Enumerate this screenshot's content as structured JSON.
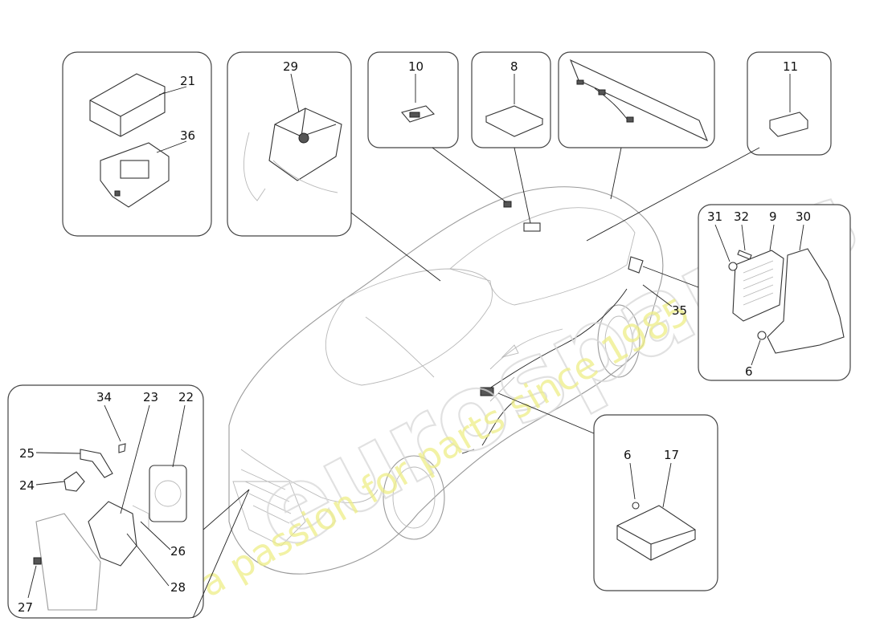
{
  "watermark": {
    "logo": "eurospares",
    "slogan": "a passion for parts since 1985"
  },
  "callouts": {
    "c21": "21",
    "c36": "36",
    "c29": "29",
    "c10": "10",
    "c8": "8",
    "c11": "11",
    "c31": "31",
    "c32": "32",
    "c9": "9",
    "c30": "30",
    "c6a": "6",
    "c35": "35",
    "c34": "34",
    "c23": "23",
    "c22": "22",
    "c25": "25",
    "c24": "24",
    "c26": "26",
    "c28": "28",
    "c27": "27",
    "c6b": "6",
    "c17": "17"
  }
}
